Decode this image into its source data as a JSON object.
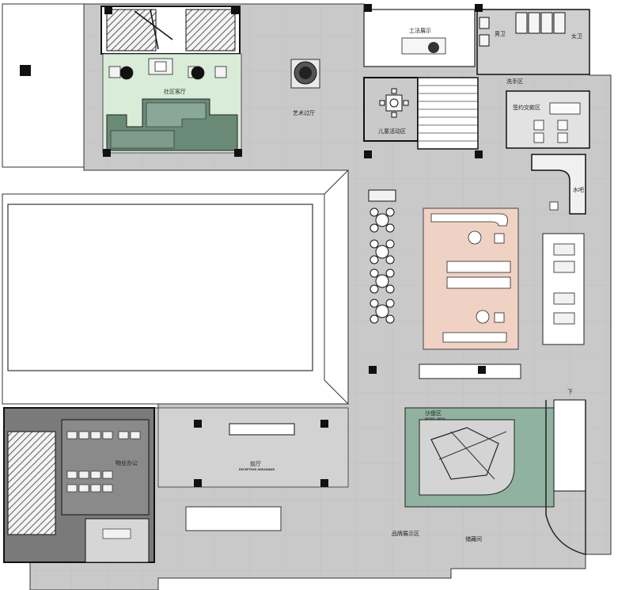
{
  "labels": {
    "community_lounge": "社区客厅",
    "art_corridor": "艺术过厅",
    "craft_display": "工法展示",
    "male_restroom": "男卫",
    "female_restroom": "女卫",
    "wash_area": "洗手区",
    "signing_area": "签约交款区",
    "kids_area": "儿童活动区",
    "bar": "水吧",
    "office": "物业办公",
    "lobby": "前厅",
    "lobby_en": "RECEPTION AREA&BAR",
    "sand_table": "沙盘区",
    "sand_table_en": "MODEL AREA",
    "brand_display": "品牌展示区",
    "storage": "储藏间",
    "stair_down": "下"
  },
  "colors": {
    "floor": "#c8c8c8",
    "lounge": "#d8ecd8",
    "lounge_dark": "#6a8a78",
    "negotiation": "#f0d2c4",
    "sand": "#8fb3a0",
    "office_dark": "#6e6e6e",
    "wall": "#111111"
  },
  "icons": [
    "north-arrow-icon",
    "tree-icon",
    "plant-icon"
  ]
}
